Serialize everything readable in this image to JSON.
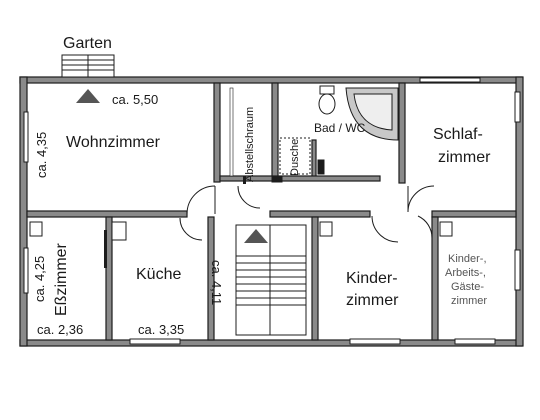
{
  "plan": {
    "garden": "Garten",
    "rooms": {
      "living": "Wohnzimmer",
      "storage": "Abstellschraum",
      "shower": "Dusche",
      "bath": "Bad / WC",
      "bedroom_line1": "Schlaf-",
      "bedroom_line2": "zimmer",
      "dining": "Eßzimmer",
      "kitchen": "Küche",
      "kids_line1": "Kinder-",
      "kids_line2": "zimmer",
      "guest_line1": "Kinder-,",
      "guest_line2": "Arbeits-,",
      "guest_line3": "Gäste-",
      "guest_line4": "zimmer"
    },
    "dims": {
      "living_width": "ca. 5,50",
      "living_depth": "ca. 4,35",
      "dining_depth": "ca. 4,25",
      "dining_width": "ca. 2,36",
      "kitchen_width": "ca. 3,35",
      "kitchen_depth": "ca. 4,11"
    },
    "colors": {
      "wall": "#1c1c1c",
      "wall_fill": "#8a8a8a",
      "marker": "#555555",
      "guest_text": "#555555"
    }
  }
}
